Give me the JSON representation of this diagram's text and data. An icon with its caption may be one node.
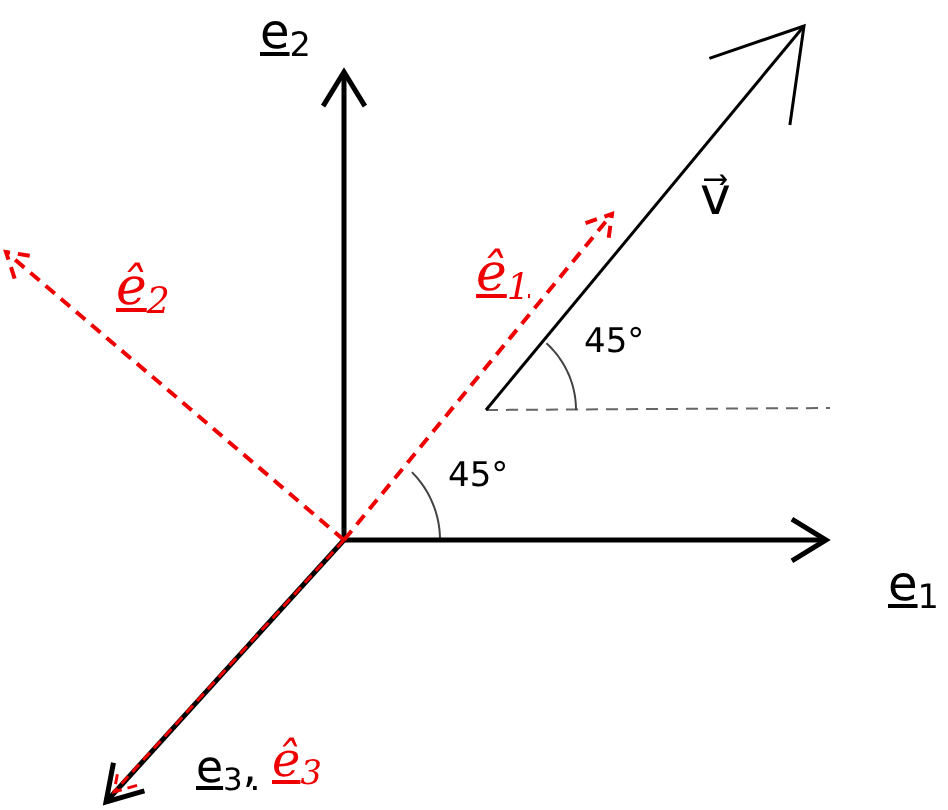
{
  "diagram": {
    "labels": [
      "e$_{2}$",
      "ê$_{2}$",
      "ê$_{1}$",
      "v⃗",
      "45°",
      "45°",
      "e$_{1}$",
      "e$_{3}$,",
      "ê$_{3}$"
    ]
  }
}
